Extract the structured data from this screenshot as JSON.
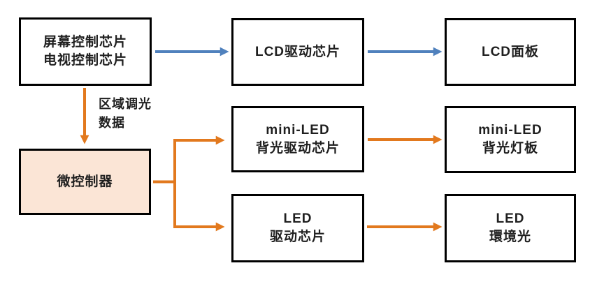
{
  "diagram": {
    "nodes": [
      {
        "id": "screen_tv_controller",
        "lines": [
          "屏幕控制芯片",
          "电视控制芯片"
        ]
      },
      {
        "id": "lcd_driver",
        "lines": [
          "LCD驱动芯片"
        ]
      },
      {
        "id": "lcd_panel",
        "lines": [
          "LCD面板"
        ]
      },
      {
        "id": "mcu",
        "lines": [
          "微控制器"
        ]
      },
      {
        "id": "miniled_backlight_driver",
        "lines": [
          "mini-LED",
          "背光驱动芯片"
        ]
      },
      {
        "id": "miniled_backlight_board",
        "lines": [
          "mini-LED",
          "背光灯板"
        ]
      },
      {
        "id": "led_driver",
        "lines": [
          "LED",
          "驱动芯片"
        ]
      },
      {
        "id": "led_ambient",
        "lines": [
          "LED",
          "環境光"
        ]
      }
    ],
    "edge_label": {
      "lines": [
        "区域调光",
        "数据"
      ]
    },
    "colors": {
      "arrow_blue": "#5081BD",
      "arrow_orange": "#E2791E",
      "mcu_fill": "#FBE5D6",
      "node_border": "#000000",
      "background": "#FFFFFF",
      "text": "#1F1F1F"
    }
  }
}
